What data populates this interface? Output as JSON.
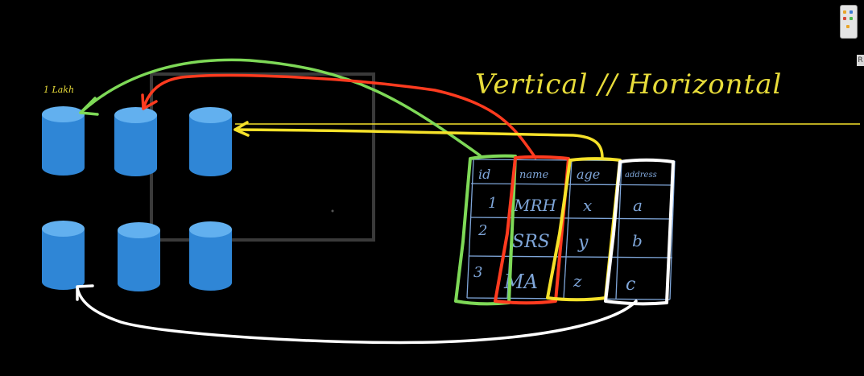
{
  "labels": {
    "db_size": "1 Lakh",
    "partitioning": "Vertical // Horizontal",
    "side_tab": "R"
  },
  "table": {
    "headers": [
      "id",
      "name",
      "age",
      "address"
    ],
    "rows": [
      [
        "1",
        "MRH",
        "x",
        "a"
      ],
      [
        "2",
        "SRS",
        "y",
        "b"
      ],
      [
        "3",
        "MA",
        "z",
        "c"
      ]
    ]
  },
  "colors": {
    "background": "#000000",
    "cylinder_fill": "#2f86d6",
    "cylinder_top": "#62b0ef",
    "table_ink": "#7fa6d9",
    "green": "#7ed957",
    "red": "#ff3b1f",
    "yellow": "#f5e12a",
    "white": "#ffffff",
    "title_text": "#e8dc3a",
    "frame": "#3a3a3a"
  },
  "icons": [
    "toolbar-icon"
  ]
}
